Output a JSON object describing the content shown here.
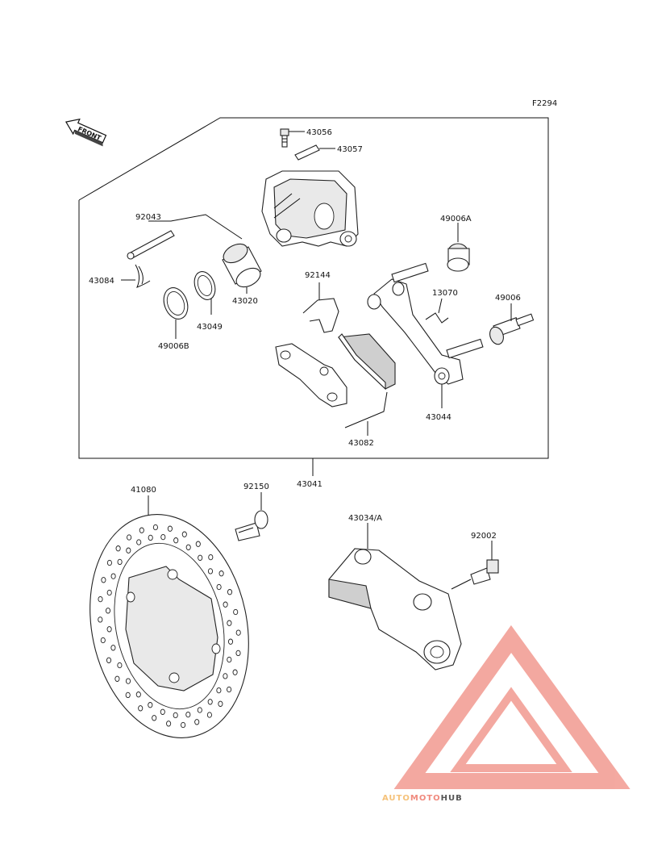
{
  "figure_code": "F2294",
  "front_label": "FRONT",
  "callouts": {
    "p43056": "43056",
    "p43057": "43057",
    "p92043": "92043",
    "p49006A": "49006A",
    "p43084": "43084",
    "p92144": "92144",
    "p13070": "13070",
    "p49006": "49006",
    "p43020": "43020",
    "p43049": "43049",
    "p49006B": "49006B",
    "p43044": "43044",
    "p43082": "43082",
    "p43041": "43041",
    "p41080": "41080",
    "p92150": "92150",
    "p43034A": "43034/A",
    "p92002": "92002"
  },
  "watermark": {
    "word_1": "AUTO",
    "word_2": "MOTO",
    "word_3": "HUB",
    "color_1": "#f5c27a",
    "color_2": "#f08a7e",
    "color_3": "#555555",
    "triangle_color": "#f29a90"
  }
}
